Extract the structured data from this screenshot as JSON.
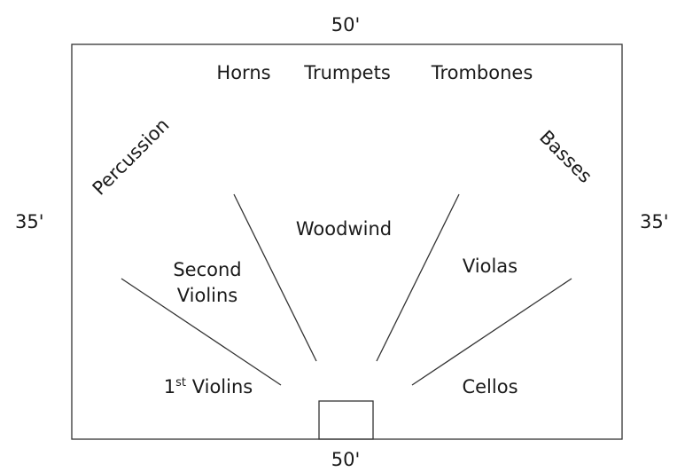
{
  "dimensions": {
    "top": "50'",
    "bottom": "50'",
    "left": "35'",
    "right": "35'"
  },
  "sections": {
    "horns": "Horns",
    "trumpets": "Trumpets",
    "trombones": "Trombones",
    "percussion": "Percussion",
    "basses": "Basses",
    "woodwind": "Woodwind",
    "second_violins_line1": "Second",
    "second_violins_line2": "Violins",
    "violas": "Violas",
    "first_violins_number": "1",
    "first_violins_suffix": "st",
    "first_violins_label": "Violins",
    "cellos": "Cellos"
  },
  "colors": {
    "stroke": "#333333",
    "text": "#1a1a1a"
  }
}
